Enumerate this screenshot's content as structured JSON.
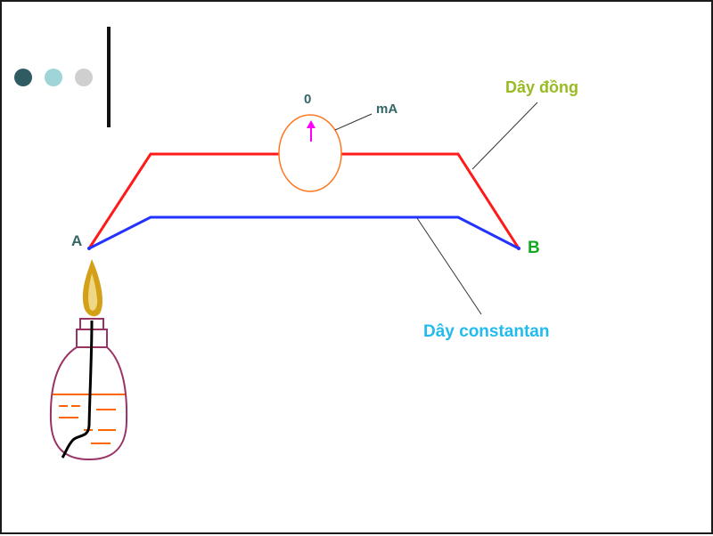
{
  "decor": {
    "dots": [
      "#2e5c62",
      "#9fd4d8",
      "#cfcfcf"
    ]
  },
  "labels": {
    "point_a": "A",
    "point_b": "B",
    "meter_zero": "0",
    "meter_unit": "mA",
    "copper_wire": "Dây đồng",
    "constantan_wire": "Dây constantan"
  },
  "colors": {
    "copper_wire": "#ff1a1a",
    "constantan_wire": "#2233ff",
    "meter_outline": "#ff7722",
    "needle": "#ff00ff",
    "copper_label": "#99bb22",
    "constantan_label": "#22bbee",
    "point_a_label": "#336666",
    "point_b_label": "#11aa22",
    "meter_text": "#336666",
    "lamp_body": "#993366",
    "lamp_liquid": "#ff6600",
    "flame": "#d4a017"
  },
  "icons": {
    "meter": "milliammeter-icon",
    "lamp": "alcohol-lamp-icon"
  }
}
